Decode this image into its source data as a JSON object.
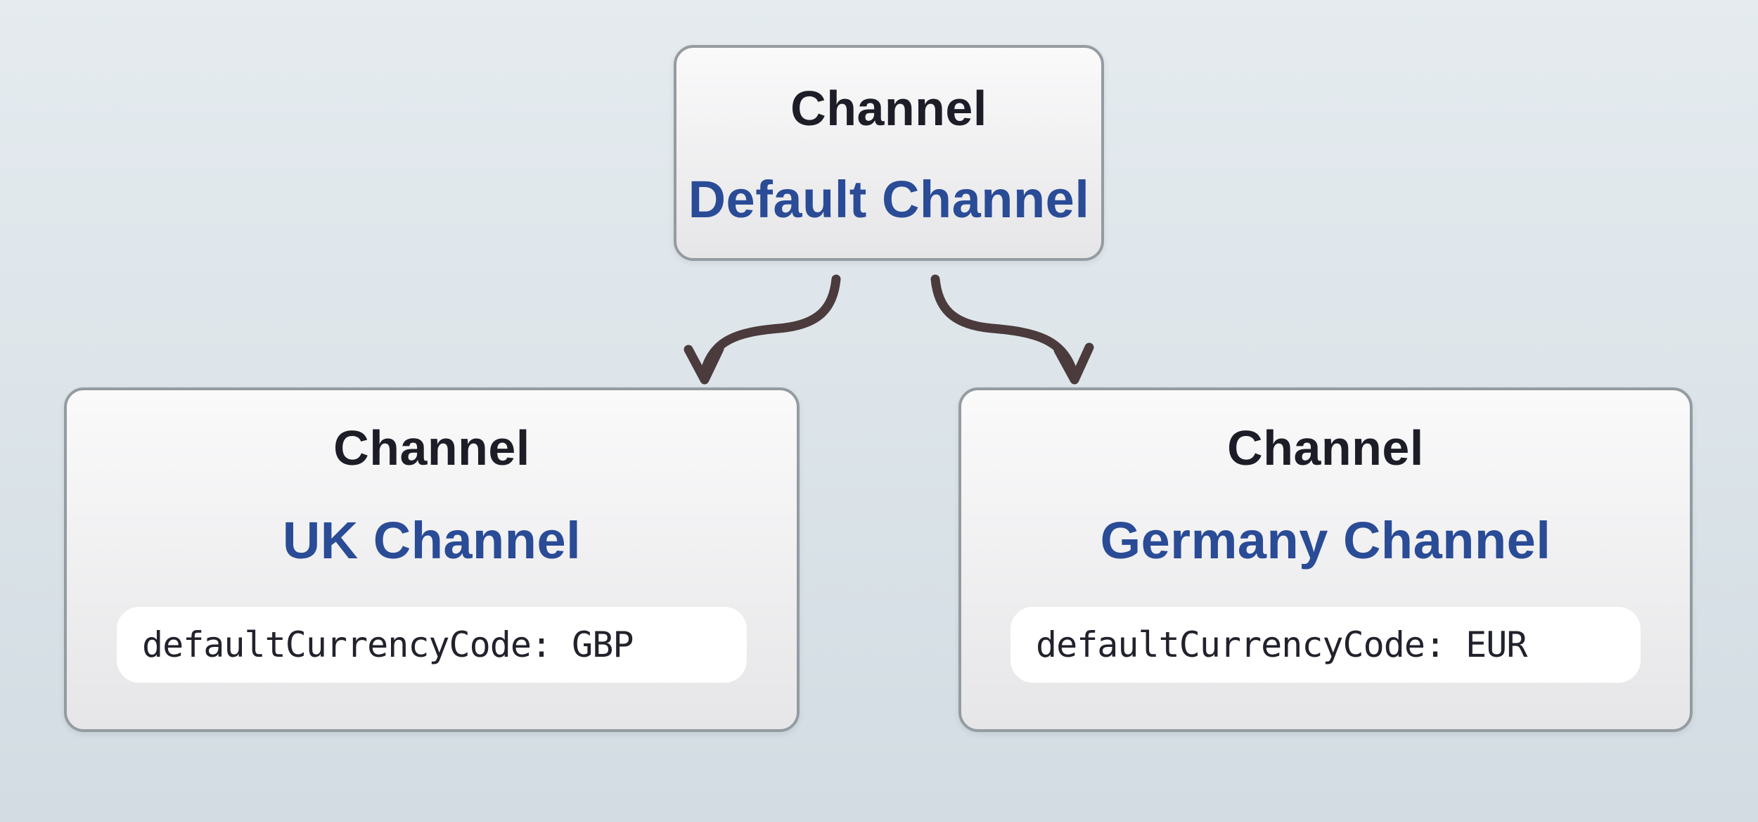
{
  "colors": {
    "background_top": "#e5ebef",
    "background_bottom": "#d2dce2",
    "node_fill_top": "#fafafb",
    "node_fill_bottom": "#e6e6e8",
    "node_border": "#949ca1",
    "type_text": "#1c1d27",
    "name_text": "#2a4b96",
    "arrow": "#4b3b3c",
    "pill_fill": "#ffffff",
    "pill_text": "#21222b"
  },
  "nodes": {
    "default": {
      "type_label": "Channel",
      "name": "Default Channel"
    },
    "uk": {
      "type_label": "Channel",
      "name": "UK Channel",
      "property": "defaultCurrencyCode: GBP"
    },
    "germany": {
      "type_label": "Channel",
      "name": "Germany Channel",
      "property": "defaultCurrencyCode: EUR"
    }
  }
}
